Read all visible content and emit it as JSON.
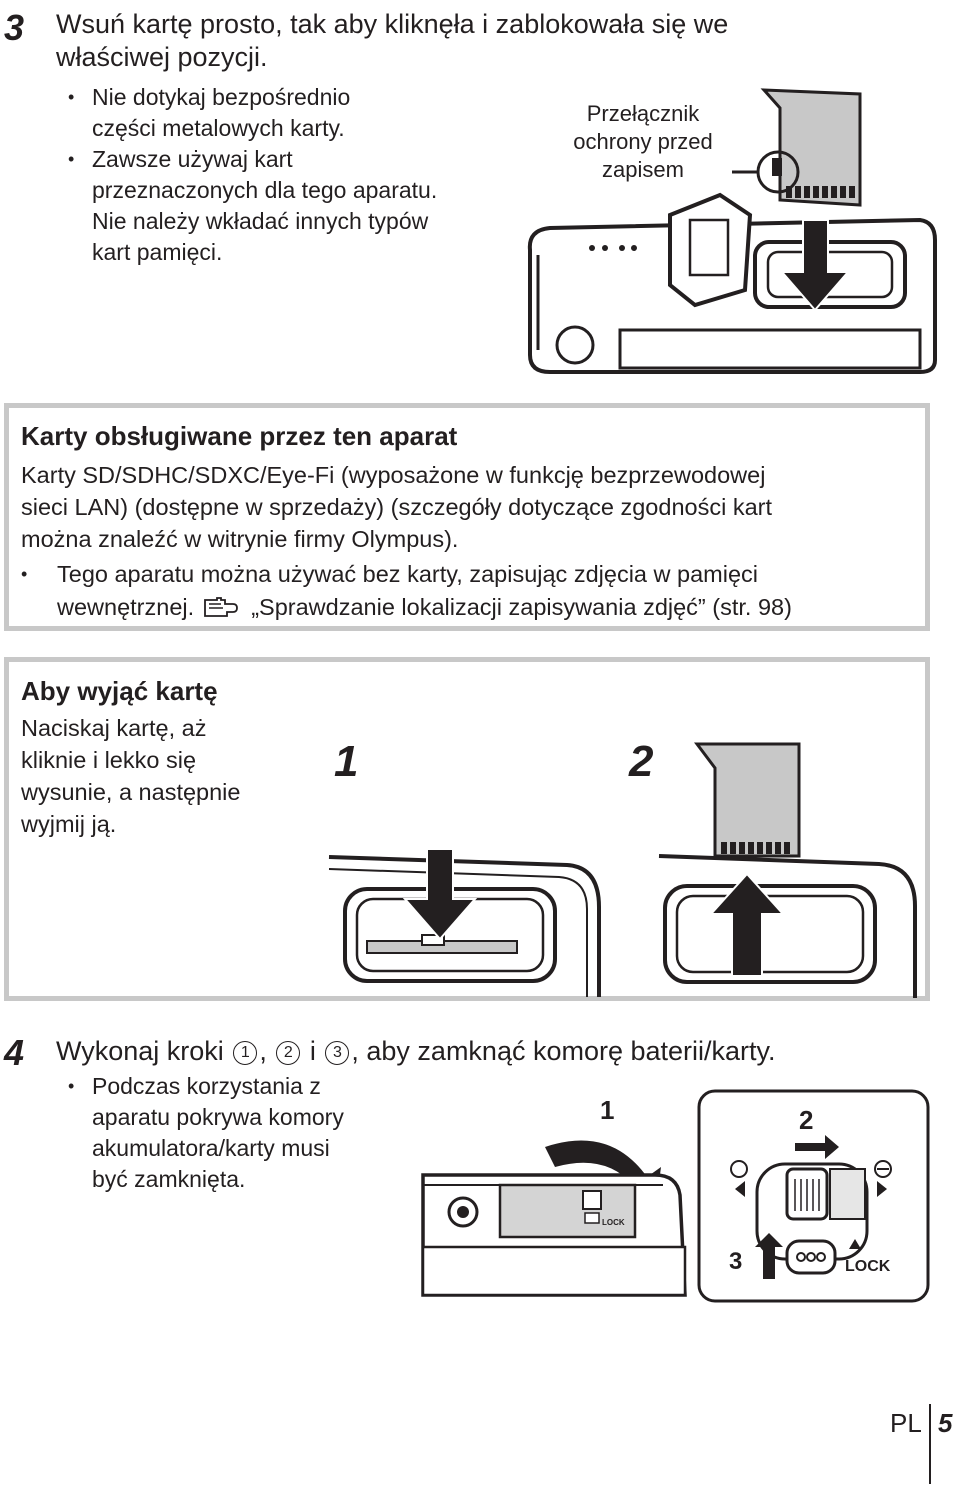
{
  "step3": {
    "number": "3",
    "heading_line1": "Wsuń kartę prosto, tak aby kliknęła i zablokowała się we",
    "heading_line2": "właściwej pozycji.",
    "bullets": [
      {
        "line1": "Nie dotykaj bezpośrednio",
        "line2": "części metalowych karty."
      },
      {
        "line1": "Zawsze używaj kart",
        "line2": "przeznaczonych dla tego aparatu.",
        "line3": "Nie należy wkładać innych typów",
        "line4": "kart pamięci."
      }
    ],
    "callout": {
      "line1": "Przełącznik",
      "line2": "ochrony przed",
      "line3": "zapisem"
    }
  },
  "supported_box": {
    "title": "Karty obsługiwane przez ten aparat",
    "body_line1": "Karty SD/SDHC/SDXC/Eye-Fi (wyposażone w funkcję bezprzewodowej",
    "body_line2": "sieci LAN) (dostępne w sprzedaży) (szczegóły dotyczące zgodności kart",
    "body_line3": "można znaleźć w witrynie firmy Olympus).",
    "bullet_line1": "Tego aparatu można używać bez karty, zapisując zdjęcia w pamięci",
    "bullet_line2_prefix": "wewnętrznej.",
    "bullet_line2_ref": "„Sprawdzanie lokalizacji zapisywania zdjęć” (str. 98)"
  },
  "remove_box": {
    "title": "Aby wyjąć kartę",
    "lines": [
      "Naciskaj kartę, aż",
      "kliknie i lekko się",
      "wysunie, a następnie",
      "wyjmij ją."
    ],
    "figure_labels": [
      "1",
      "2"
    ]
  },
  "step4": {
    "number": "4",
    "heading_prefix": "Wykonaj kroki",
    "c1": "1",
    "sep1": ",",
    "c2": "2",
    "sep2": "i",
    "c3": "3",
    "heading_suffix": ", aby zamknąć komorę baterii/karty.",
    "bullet": {
      "line1": "Podczas korzystania z",
      "line2": "aparatu pokrywa komory",
      "line3": "akumulatora/karty musi",
      "line4": "być zamknięta."
    },
    "figure_labels": {
      "one": "1",
      "two": "2",
      "three": "3",
      "lock": "LOCK"
    }
  },
  "footer": {
    "lang": "PL",
    "page": "5"
  }
}
